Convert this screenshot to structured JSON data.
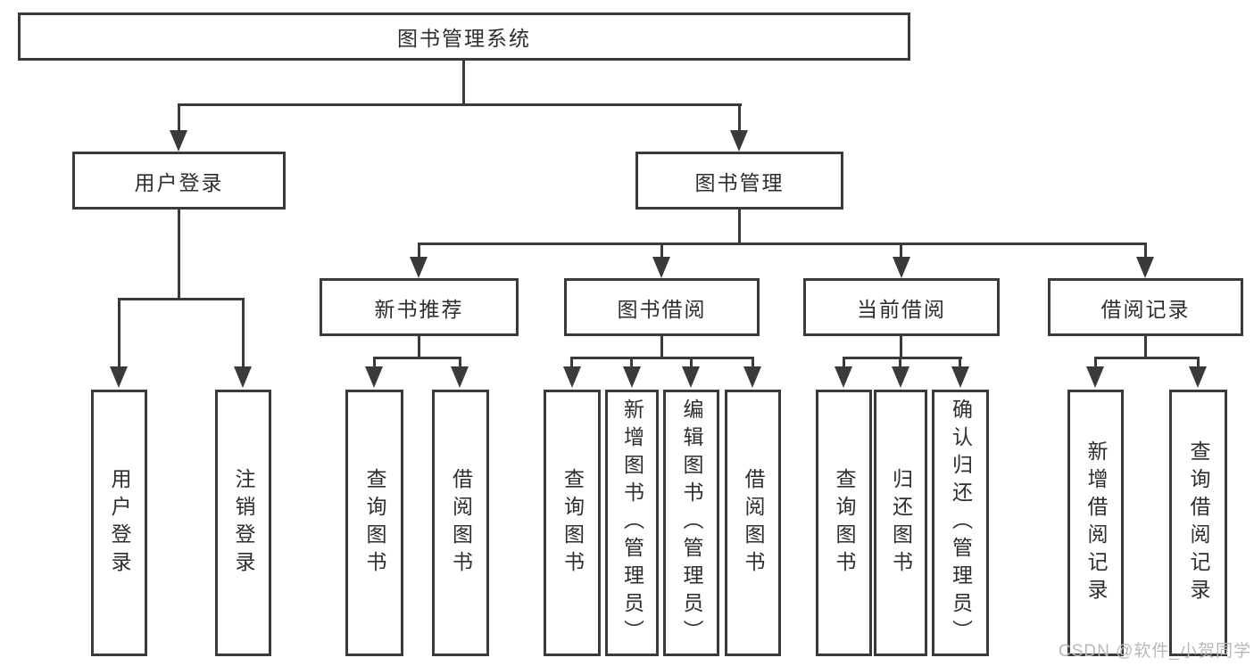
{
  "diagram": {
    "tree": {
      "label": "图书管理系统",
      "children": [
        {
          "label": "用户登录",
          "children": [
            {
              "label": "用户登录"
            },
            {
              "label": "注销登录"
            }
          ]
        },
        {
          "label": "图书管理",
          "children": [
            {
              "label": "新书推荐",
              "children": [
                {
                  "label": "查询图书"
                },
                {
                  "label": "借阅图书"
                }
              ]
            },
            {
              "label": "图书借阅",
              "children": [
                {
                  "label": "查询图书"
                },
                {
                  "label": "新增图书（管理员）"
                },
                {
                  "label": "编辑图书（管理员）"
                },
                {
                  "label": "借阅图书"
                }
              ]
            },
            {
              "label": "当前借阅",
              "children": [
                {
                  "label": "查询图书"
                },
                {
                  "label": "归还图书"
                },
                {
                  "label": "确认归还（管理员）"
                }
              ]
            },
            {
              "label": "借阅记录",
              "children": [
                {
                  "label": "新增借阅记录"
                },
                {
                  "label": "查询借阅记录"
                }
              ]
            }
          ]
        }
      ]
    },
    "colors": {
      "line": "#3a3a3a",
      "box_border": "#3a3a3a",
      "text": "#2e2e2e",
      "background": "#ffffff",
      "watermark": "#b8b8b8"
    }
  },
  "watermark": {
    "text": "CSDN @软件_小贺同学"
  }
}
